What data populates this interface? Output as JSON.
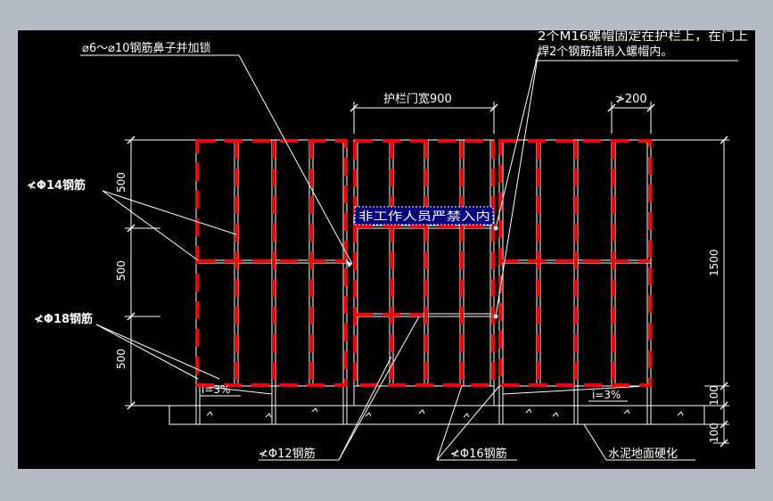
{
  "annotations": {
    "lock_note": "⌀6～⌀10钢筋鼻子并加锁",
    "bolt_note_line1": "2个M16螺帽固定在护栏上，在门上",
    "bolt_note_line2": "焊2个钢筋插销入螺帽内。",
    "gate_width": "护栏门宽900",
    "spacing_200": "≯200",
    "rebar14": "≮Φ14钢筋",
    "rebar18": "≮Φ18钢筋",
    "rebar12": "≮Φ12钢筋",
    "rebar16": "≮Φ16钢筋",
    "ground": "水泥地面硬化",
    "slope_left": "i=3%",
    "slope_right": "i=3%",
    "sign": "非工作人员严禁入内"
  },
  "dimensions": {
    "d500_top": "500",
    "d500_mid": "500",
    "d500_bot": "500",
    "d1500": "1500",
    "d100_a": "100",
    "d100_b": "100"
  },
  "colors": {
    "background": "#000000",
    "frame": "#b5bcc6",
    "red_dash": "#ff0000",
    "line": "#ffffff",
    "sign_bg": "#000080"
  }
}
